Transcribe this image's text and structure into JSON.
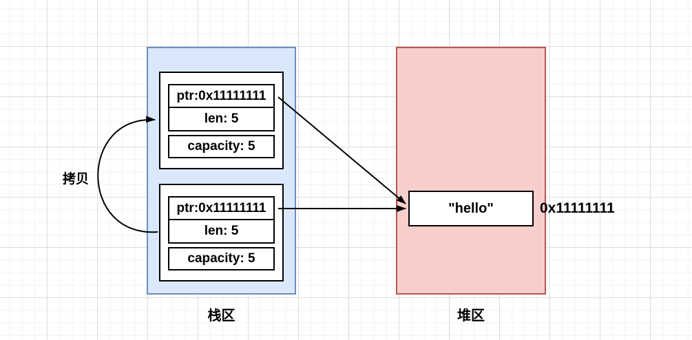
{
  "diagram": {
    "copy_label": "拷贝",
    "stack_region": {
      "label": "栈区",
      "fill": "#dae8fc",
      "border": "#6c8ebf"
    },
    "heap_region": {
      "label": "堆区",
      "fill": "#f8cecc",
      "border": "#b85450"
    },
    "structs": [
      {
        "rows": [
          "ptr:0x11111111",
          "len: 5",
          "capacity: 5"
        ]
      },
      {
        "rows": [
          "ptr:0x11111111",
          "len: 5",
          "capacity: 5"
        ]
      }
    ],
    "heap_value": "\"hello\"",
    "heap_address": "0x11111111",
    "arrow_color": "#000000"
  }
}
